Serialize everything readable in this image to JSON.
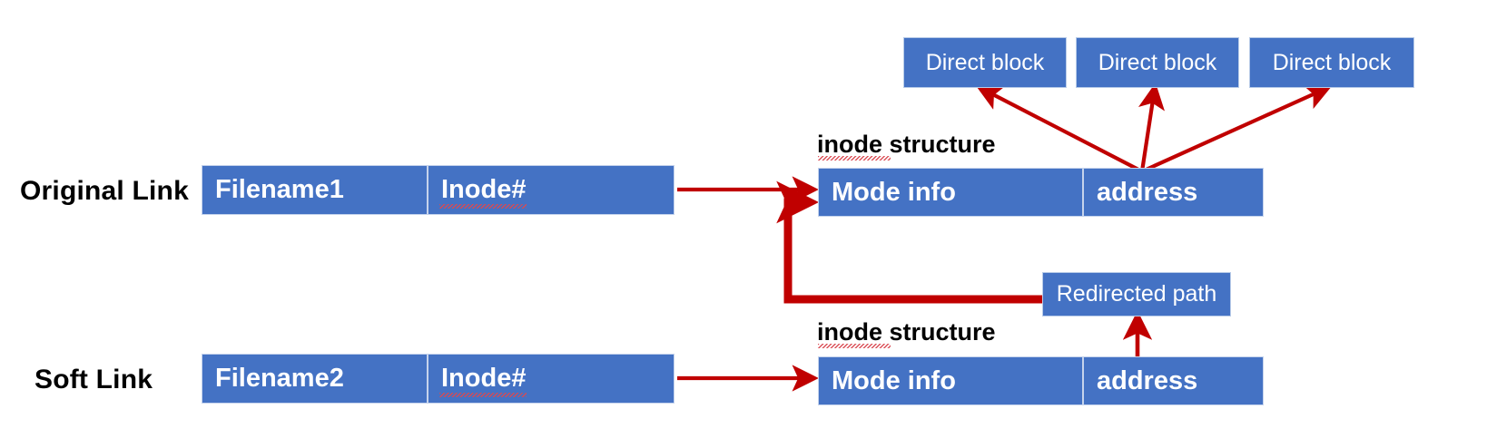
{
  "diagram": {
    "title": "Original Link vs Soft Link inode structure diagram",
    "colors": {
      "box_fill": "#4472C4",
      "box_border": "#C5D3EC",
      "box_text": "#FFFFFF",
      "arrow_red": "#C00000",
      "label_text": "#000000",
      "background": "#FFFFFF",
      "spellcheck_squiggle": "#D94A52"
    },
    "rows": [
      {
        "id": "original-link",
        "label": "Original Link",
        "file_entry": {
          "filename_cell": "Filename1",
          "inode_cell": "Inode#"
        },
        "inode_caption": "inode structure",
        "inode_struct": {
          "mode_cell": "Mode info",
          "address_cell": "address"
        }
      },
      {
        "id": "soft-link",
        "label": "Soft Link",
        "file_entry": {
          "filename_cell": "Filename2",
          "inode_cell": "Inode#"
        },
        "inode_caption": "inode structure",
        "inode_struct": {
          "mode_cell": "Mode info",
          "address_cell": "address"
        }
      }
    ],
    "direct_blocks": [
      {
        "id": "direct-block-1",
        "label": "Direct block"
      },
      {
        "id": "direct-block-2",
        "label": "Direct block"
      },
      {
        "id": "direct-block-3",
        "label": "Direct block"
      }
    ],
    "redirected_path": {
      "id": "redirected-path",
      "label": "Redirected path"
    },
    "connectors": [
      {
        "id": "filename1-to-inode1",
        "kind": "arrow",
        "thickness": "thin"
      },
      {
        "id": "filename2-to-inode2",
        "kind": "arrow",
        "thickness": "thin"
      },
      {
        "id": "address1-to-direct-block-1",
        "kind": "arrow",
        "thickness": "thin"
      },
      {
        "id": "address1-to-direct-block-2",
        "kind": "arrow",
        "thickness": "thin"
      },
      {
        "id": "address1-to-direct-block-3",
        "kind": "arrow",
        "thickness": "thin"
      },
      {
        "id": "address2-to-redirected-path",
        "kind": "arrow",
        "thickness": "thin"
      },
      {
        "id": "redirected-path-to-mode-info-1",
        "kind": "elbow-arrow",
        "thickness": "thick"
      }
    ]
  }
}
